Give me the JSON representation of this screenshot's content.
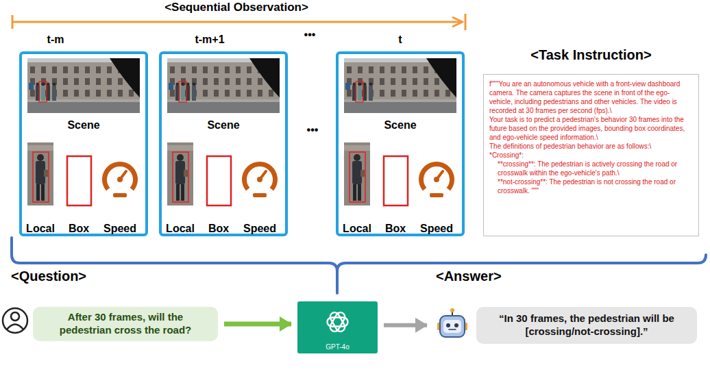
{
  "diagram": {
    "nodes": [
      {
        "text": [
          "t-m",
          "Scene",
          "Local",
          "Box",
          "Speed"
        ]
      },
      {
        "text": [
          "t-m+1",
          "Scene",
          "Local",
          "Box",
          "Speed"
        ]
      },
      {
        "text": [
          "t",
          "Scene",
          "Local",
          "Box",
          "Speed"
        ]
      },
      {
        "text": [
          "<Task Instruction>",
          "f\"\"\"You are an autonomous vehicle with a front-view dashboard camera. The camera captures the scene in front of the ego-vehicle, including pedestrians and other vehicles. The video is recorded at 30 frames per second (fps).\\",
          "Your task is to predict a pedestrian's behavior 30 frames into the future based on the provided images, bounding box coordinates, and ego-vehicle speed information.\\",
          "The definitions of pedestrian behavior are as follows:\\",
          "*Crossing*:",
          "**crossing**: The pedestrian is actively crossing the road or crosswalk within the ego-vehicle's path.\\",
          "**not-crossing**: The pedestrian is not crossing the road or crosswalk. \"\"\""
        ]
      },
      {
        "text": [
          "After 30 frames, will the pedestrian cross the road?"
        ]
      },
      {
        "text": [
          "GPT-4o"
        ]
      },
      {
        "text": [
          "“In 30 frames, the pedestrian will be [crossing/not-crossing].”"
        ]
      }
    ],
    "edges": [
      {
        "from": 4,
        "to": 5,
        "arrow": "to"
      },
      {
        "from": 5,
        "to": 6,
        "arrow": "to"
      }
    ],
    "labels": [
      "<Sequential Observation>",
      "•••",
      "•••",
      "<Question>",
      "<Answer>"
    ]
  }
}
